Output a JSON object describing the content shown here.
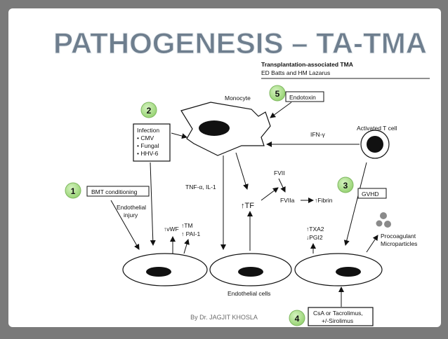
{
  "slide": {
    "title": "PATHOGENESIS – TA-TMA",
    "footer": "By Dr. JAGJIT KHOSLA"
  },
  "citation": {
    "title": "Transplantation-associated TMA",
    "authors": "ED Batts and HM Lazarus"
  },
  "badges": {
    "b1": "1",
    "b2": "2",
    "b3": "3",
    "b4": "4",
    "b5": "5"
  },
  "diagram": {
    "monocyte": "Monocyte",
    "endotoxin": "Endotoxin",
    "infection": {
      "title": "Infection",
      "items": [
        "• CMV",
        "• Fungal",
        "• HHV-6"
      ]
    },
    "ifn": "IFN-γ",
    "activated_t_cell": "Activated T cell",
    "bmt": "BMT conditioning",
    "endothelial_injury": [
      "Endothelial",
      "injury"
    ],
    "tnf": "TNF-α, IL-1",
    "fvii": "FVII",
    "fviia": "FVIIa",
    "fibrin": "↑Fibrin",
    "tf": "↑TF",
    "gvhd": "GVHD",
    "vwf": "↑vWF",
    "tm": "↑TM",
    "pai": "↑ PAI-1",
    "txa2": "↑TXA2",
    "pgi2": "↓PGI2",
    "procoagulant": [
      "Procoagulant",
      "Microparticles"
    ],
    "endothelial_cells": "Endothelial cells",
    "csa": [
      "CsA or Tacrolimus,",
      "+/-Sirolimus"
    ]
  },
  "colors": {
    "frame": "#7a7a7a",
    "panel": "#ffffff",
    "title_fill": "#6e7e8e",
    "badge_fill": "#a8df86",
    "ink": "#111111"
  }
}
